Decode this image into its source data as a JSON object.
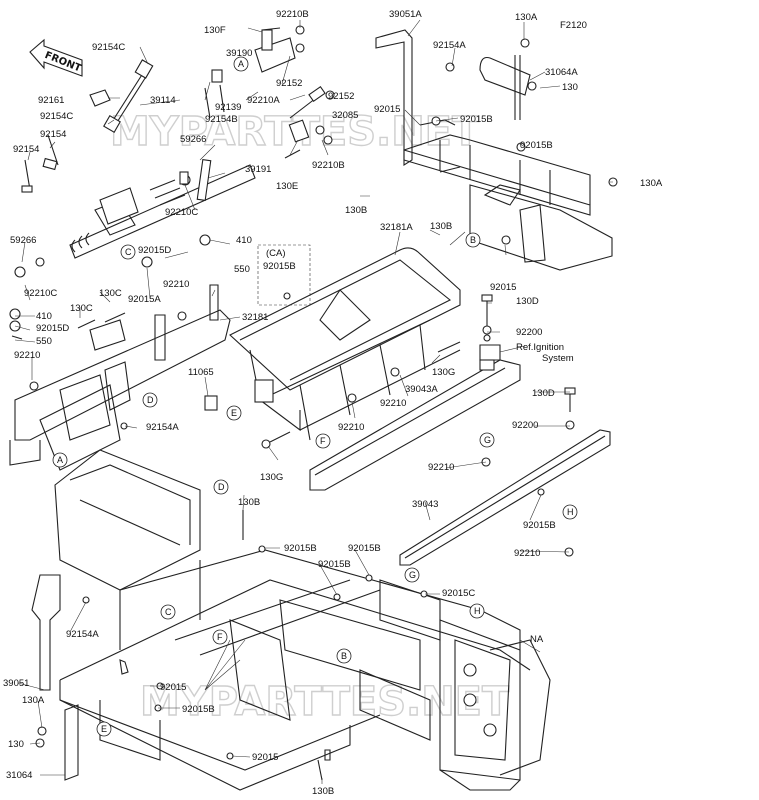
{
  "diagram_code": "F2120",
  "front_arrow_label": "FRONT",
  "watermark": "MYPARTTES.NET",
  "ref_note": [
    "Ref.Ignition",
    "System"
  ],
  "ca_note": "(CA)",
  "labels": [
    {
      "id": "l1",
      "text": "130F"
    },
    {
      "id": "l2",
      "text": "92210B"
    },
    {
      "id": "l3",
      "text": "39051A"
    },
    {
      "id": "l4",
      "text": "130A"
    },
    {
      "id": "l5",
      "text": "92154C"
    },
    {
      "id": "l6",
      "text": "39190"
    },
    {
      "id": "l7",
      "text": "92154A"
    },
    {
      "id": "l8",
      "text": "31064A"
    },
    {
      "id": "l9",
      "text": "92152"
    },
    {
      "id": "l10",
      "text": "130"
    },
    {
      "id": "l11",
      "text": "92161"
    },
    {
      "id": "l12",
      "text": "39114"
    },
    {
      "id": "l13",
      "text": "92139"
    },
    {
      "id": "l14",
      "text": "92210A"
    },
    {
      "id": "l15",
      "text": "92152"
    },
    {
      "id": "l16",
      "text": "92154C"
    },
    {
      "id": "l17",
      "text": "92154B"
    },
    {
      "id": "l18",
      "text": "92015"
    },
    {
      "id": "l19",
      "text": "92015B"
    },
    {
      "id": "l20",
      "text": "32085"
    },
    {
      "id": "l21",
      "text": "92154"
    },
    {
      "id": "l22",
      "text": "59266"
    },
    {
      "id": "l23",
      "text": "92015B"
    },
    {
      "id": "l24",
      "text": "92154"
    },
    {
      "id": "l25",
      "text": "39191"
    },
    {
      "id": "l26",
      "text": "92210B"
    },
    {
      "id": "l27",
      "text": "130E"
    },
    {
      "id": "l28",
      "text": "130A"
    },
    {
      "id": "l29",
      "text": "92210C"
    },
    {
      "id": "l30",
      "text": "130B"
    },
    {
      "id": "l31",
      "text": "32181A"
    },
    {
      "id": "l32",
      "text": "130B"
    },
    {
      "id": "l33",
      "text": "59266"
    },
    {
      "id": "l34",
      "text": "92015D"
    },
    {
      "id": "l35",
      "text": "410"
    },
    {
      "id": "l36",
      "text": "550"
    },
    {
      "id": "l37",
      "text": "92015B"
    },
    {
      "id": "l38",
      "text": "92015"
    },
    {
      "id": "l39",
      "text": "92210C"
    },
    {
      "id": "l40",
      "text": "92015A"
    },
    {
      "id": "l41",
      "text": "130C"
    },
    {
      "id": "l42",
      "text": "92210"
    },
    {
      "id": "l43",
      "text": "130C"
    },
    {
      "id": "l44",
      "text": "32181"
    },
    {
      "id": "l45",
      "text": "130D"
    },
    {
      "id": "l46",
      "text": "410"
    },
    {
      "id": "l47",
      "text": "92015D"
    },
    {
      "id": "l48",
      "text": "550"
    },
    {
      "id": "l49",
      "text": "92200"
    },
    {
      "id": "l50",
      "text": "92210"
    },
    {
      "id": "l51",
      "text": "130G"
    },
    {
      "id": "l52",
      "text": "11065"
    },
    {
      "id": "l53",
      "text": "39043A"
    },
    {
      "id": "l54",
      "text": "92210"
    },
    {
      "id": "l55",
      "text": "130D"
    },
    {
      "id": "l56",
      "text": "92154A"
    },
    {
      "id": "l57",
      "text": "92210"
    },
    {
      "id": "l58",
      "text": "92200"
    },
    {
      "id": "l59",
      "text": "130G"
    },
    {
      "id": "l60",
      "text": "92210"
    },
    {
      "id": "l61",
      "text": "130B"
    },
    {
      "id": "l62",
      "text": "39043"
    },
    {
      "id": "l63",
      "text": "92015B"
    },
    {
      "id": "l64",
      "text": "92015B"
    },
    {
      "id": "l65",
      "text": "92015B"
    },
    {
      "id": "l66",
      "text": "92210"
    },
    {
      "id": "l67",
      "text": "92015B"
    },
    {
      "id": "l68",
      "text": "92015C"
    },
    {
      "id": "l69",
      "text": "92154A"
    },
    {
      "id": "l70",
      "text": "NA"
    },
    {
      "id": "l71",
      "text": "39051"
    },
    {
      "id": "l72",
      "text": "92015"
    },
    {
      "id": "l73",
      "text": "130A"
    },
    {
      "id": "l74",
      "text": "92015B"
    },
    {
      "id": "l75",
      "text": "130"
    },
    {
      "id": "l76",
      "text": "92015"
    },
    {
      "id": "l77",
      "text": "31064"
    },
    {
      "id": "l78",
      "text": "130B"
    }
  ],
  "callouts": [
    {
      "id": "c1",
      "text": "A"
    },
    {
      "id": "c2",
      "text": "B"
    },
    {
      "id": "c3",
      "text": "C"
    },
    {
      "id": "c4",
      "text": "D"
    },
    {
      "id": "c5",
      "text": "E"
    },
    {
      "id": "c6",
      "text": "F"
    },
    {
      "id": "c7",
      "text": "A"
    },
    {
      "id": "c8",
      "text": "G"
    },
    {
      "id": "c9",
      "text": "D"
    },
    {
      "id": "c10",
      "text": "H"
    },
    {
      "id": "c11",
      "text": "C"
    },
    {
      "id": "c12",
      "text": "G"
    },
    {
      "id": "c13",
      "text": "H"
    },
    {
      "id": "c14",
      "text": "F"
    },
    {
      "id": "c15",
      "text": "B"
    },
    {
      "id": "c16",
      "text": "E"
    }
  ]
}
